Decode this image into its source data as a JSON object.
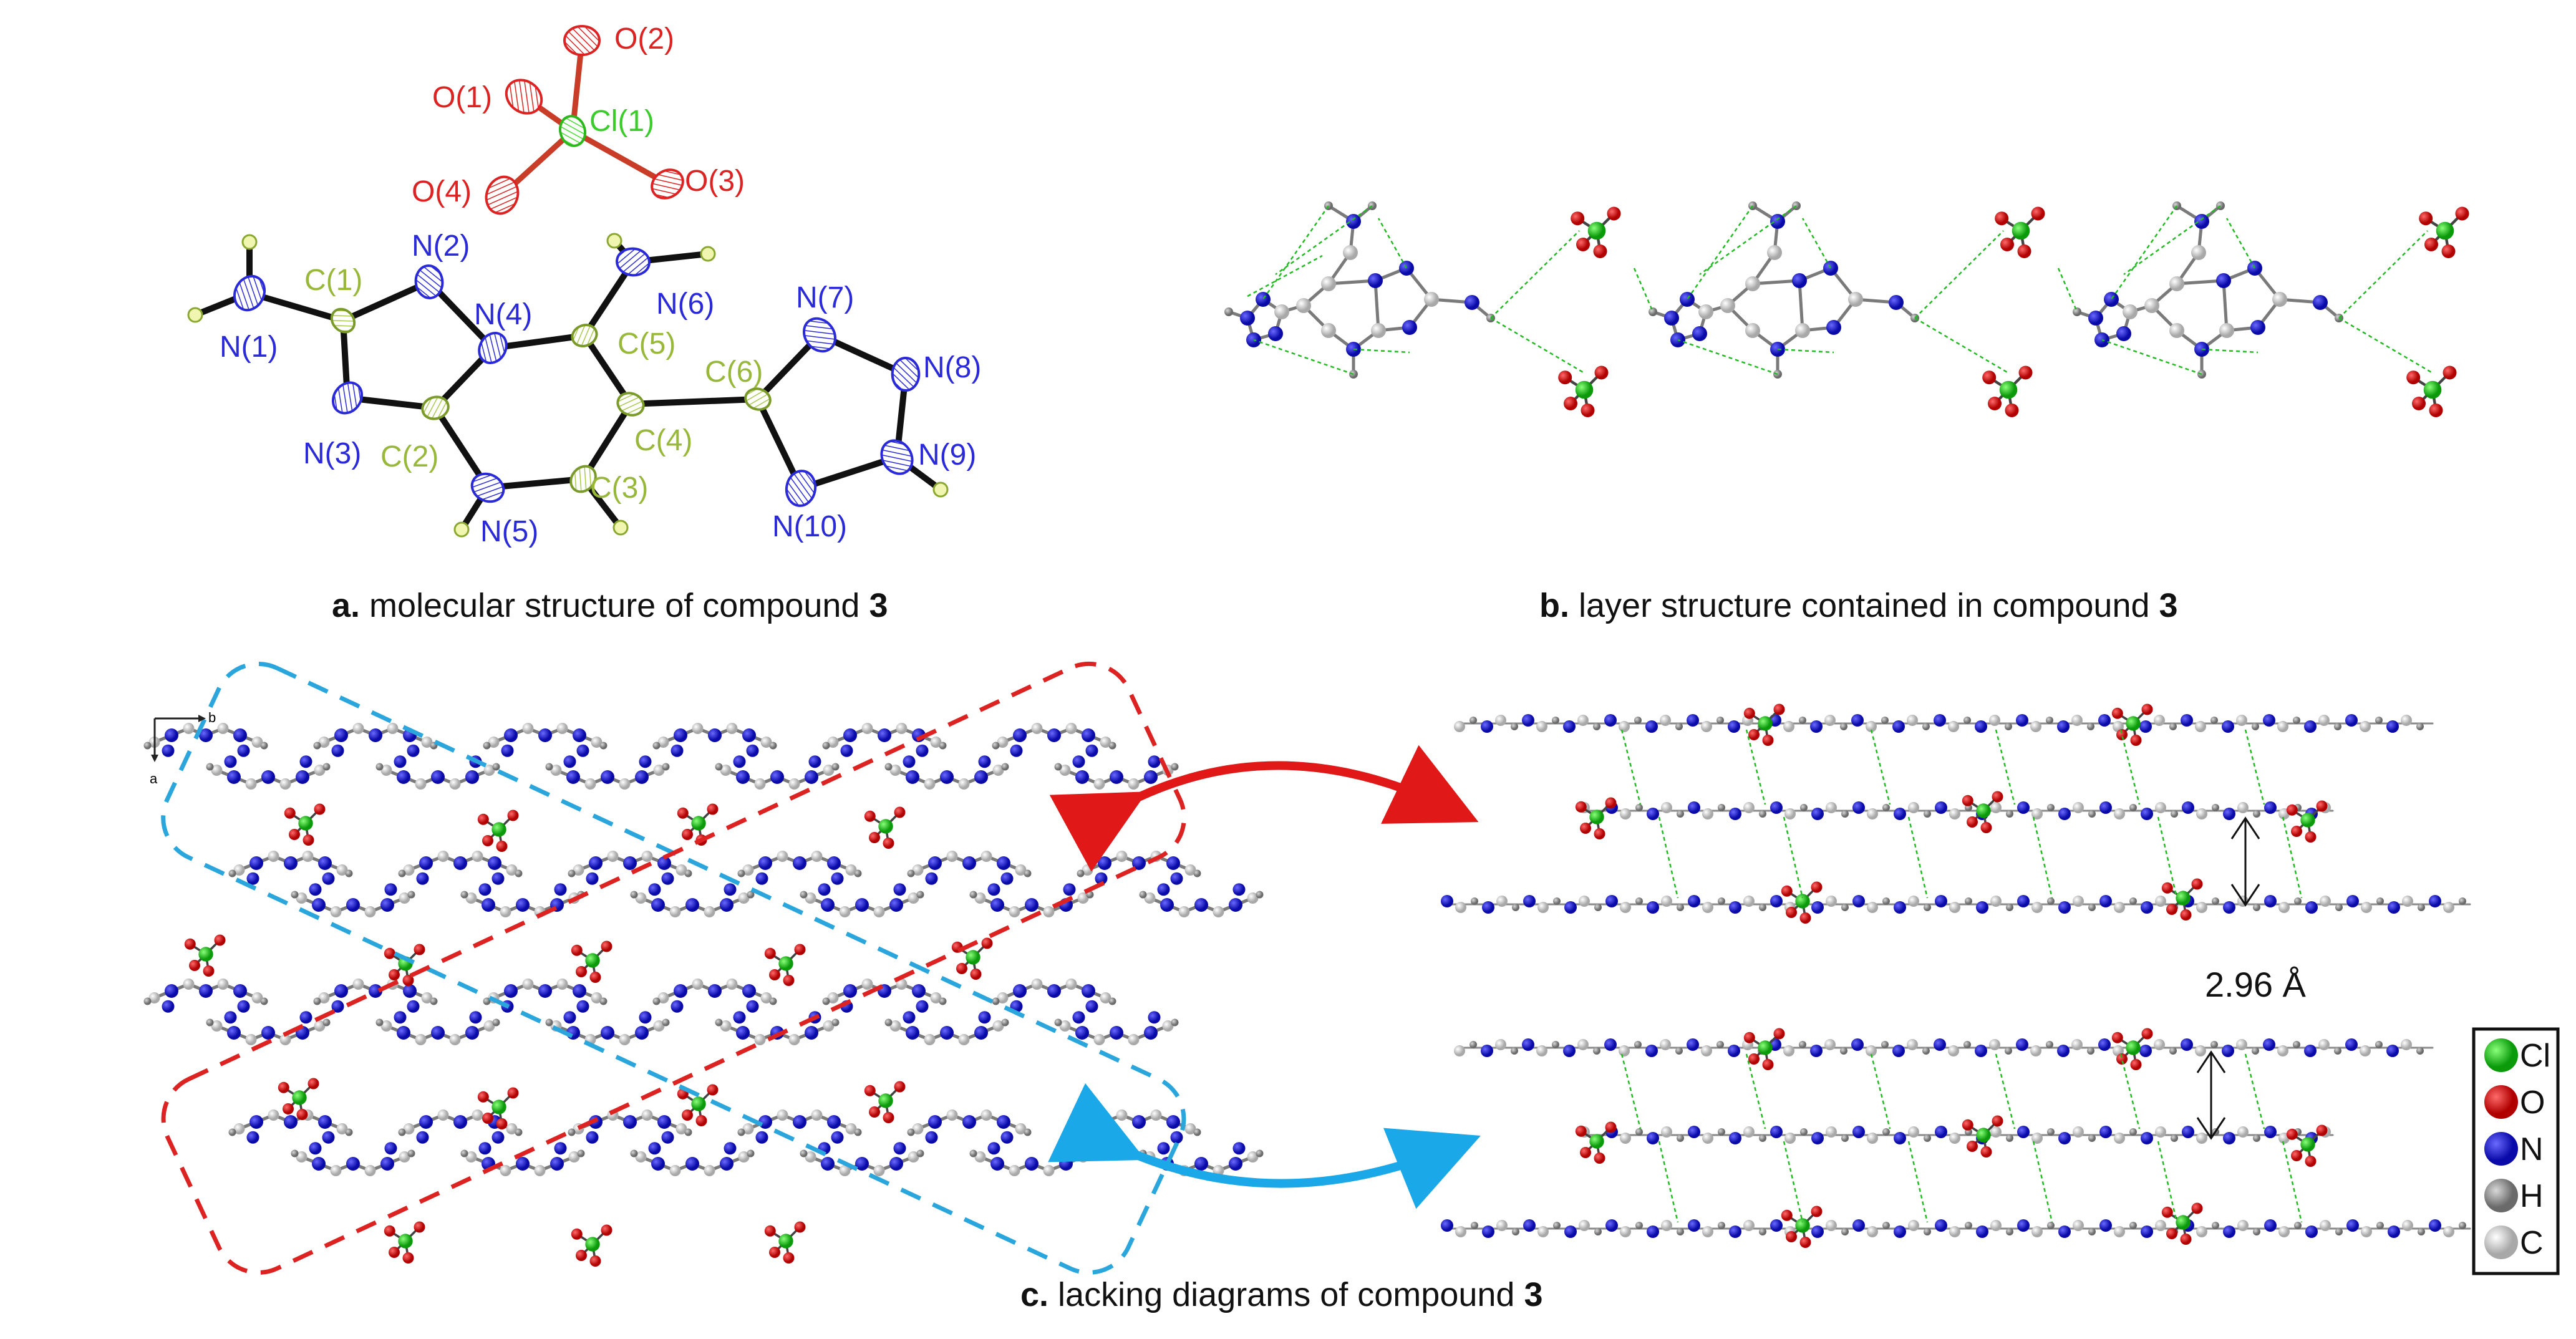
{
  "panel_a": {
    "caption_prefix": "a.",
    "caption_text": " molecular structure of compound ",
    "caption_compound": "3",
    "colors": {
      "N": "#2a2ad8",
      "C": "#a8c850",
      "Cl": "#44dd33",
      "O": "#dd2222",
      "H": "#c8dd60"
    },
    "labels": {
      "O2": "O(2)",
      "O1": "O(1)",
      "Cl1": "Cl(1)",
      "O4": "O(4)",
      "O3": "O(3)",
      "N2": "N(2)",
      "C1": "C(1)",
      "N6": "N(6)",
      "N7": "N(7)",
      "N4": "N(4)",
      "C5": "C(5)",
      "C6": "C(6)",
      "N8": "N(8)",
      "N1": "N(1)",
      "C4": "C(4)",
      "N9": "N(9)",
      "N3": "N(3)",
      "C2": "C(2)",
      "C3": "C(3)",
      "N5": "N(5)",
      "N10": "N(10)"
    }
  },
  "panel_b": {
    "caption_prefix": "b.",
    "caption_text": " layer structure contained in compound ",
    "caption_compound": "3"
  },
  "panel_c": {
    "caption_prefix": "c.",
    "caption_text": " lacking diagrams of compound ",
    "caption_compound": "3",
    "axis_b": "b",
    "axis_a": "a",
    "distance_label": "2.96 Å",
    "dashed_box_colors": [
      "#2aa6dd",
      "#dd2222"
    ],
    "arrow_colors": [
      "#e01818",
      "#1aa8e8"
    ]
  },
  "legend": {
    "items": [
      {
        "label": "Cl",
        "color": "#22cc22"
      },
      {
        "label": "O",
        "color": "#dd1111"
      },
      {
        "label": "N",
        "color": "#1a1acc"
      },
      {
        "label": "H",
        "color": "#9a9a9a"
      },
      {
        "label": "C",
        "color": "#cfcfcf"
      }
    ]
  }
}
